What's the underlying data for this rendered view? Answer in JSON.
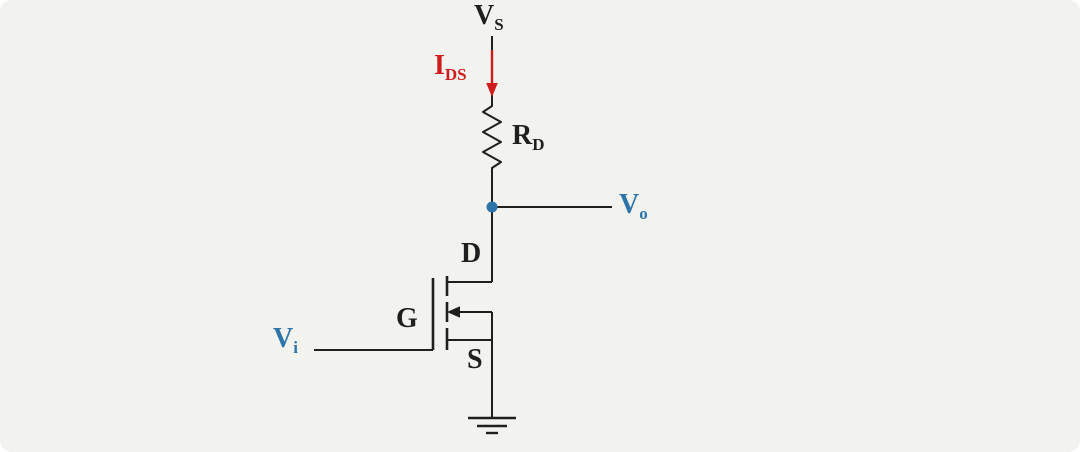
{
  "diagram": {
    "kind": "circuit-schematic",
    "description": "NMOS common-source amplifier stage with drain resistor",
    "components": [
      "supply-wire",
      "current-arrow",
      "resistor",
      "output-node",
      "nmos-transistor",
      "ground-symbol"
    ]
  },
  "colors": {
    "bg": "#f2f2ee",
    "wire": "#1f1f1f",
    "accent_blue": "#2d74a8",
    "accent_red": "#cf1d1d"
  },
  "labels": {
    "vs": {
      "main": "V",
      "sub": "S"
    },
    "ids": {
      "main": "I",
      "sub": "DS"
    },
    "rd": {
      "main": "R",
      "sub": "D"
    },
    "vo": {
      "main": "V",
      "sub": "o"
    },
    "vi": {
      "main": "V",
      "sub": "i"
    },
    "drain": "D",
    "gate": "G",
    "source": "S"
  }
}
